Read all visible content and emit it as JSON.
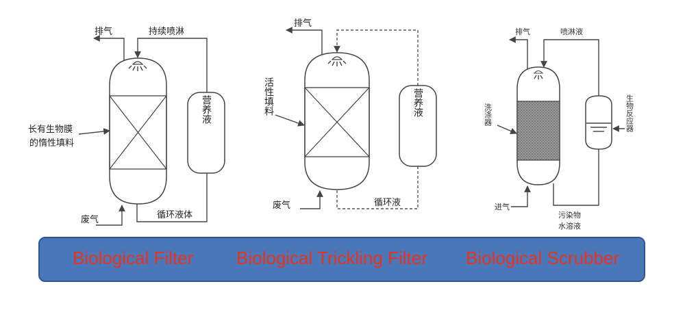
{
  "filter": {
    "exhaust": "排气",
    "spray": "持续喷淋",
    "nutrient": "营养液",
    "packing_line1": "长有生物膜",
    "packing_line2": "的惰性填料",
    "waste_gas": "废气",
    "circulation": "循环液体"
  },
  "trickling": {
    "exhaust": "排气",
    "activated_packing": "活性填料",
    "nutrient": "营养液",
    "waste_gas": "废气",
    "circulation": "循环液"
  },
  "scrubber": {
    "exhaust": "排气",
    "spray": "喷淋液",
    "washer": "洗涤器",
    "reactor": "生物反应器",
    "inlet": "进气",
    "pollutant_line1": "污染物",
    "pollutant_line2": "水溶液"
  },
  "captions": {
    "filter": "Biological Filter",
    "trickling": "Biological Trickling Filter",
    "scrubber": "Biological Scrubber"
  },
  "colors": {
    "banner": "#4a77b8",
    "caption": "#e8321e"
  }
}
